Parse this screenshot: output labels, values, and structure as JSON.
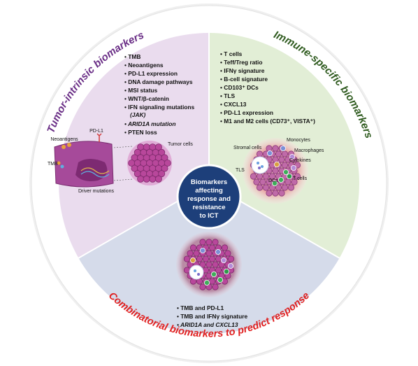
{
  "colors": {
    "outer_ring": "#ffffff",
    "ring_shadow": "#d9d9d9",
    "tumor_intrinsic_fill": "#eadcee",
    "immune_specific_fill": "#e2eed6",
    "combinatorial_fill": "#d5dbea",
    "tumor_intrinsic_title": "#6a2e86",
    "immune_specific_title": "#2f5b1f",
    "combinatorial_title": "#e02020",
    "center_circle": "#1d3f7a",
    "cell": "#b8479b"
  },
  "center": {
    "lines": [
      "Biomarkers",
      "affecting",
      "response and",
      "resistance",
      "to ICT"
    ]
  },
  "tumor_intrinsic": {
    "title": "Tumor-intrinsic biomarkers",
    "items": [
      "TMB",
      "Neoantigens",
      "PD-L1 expression",
      "DNA damage pathways",
      "MSI status",
      "WNT/β-catenin",
      "IFN signaling mutations",
      "(JAK)",
      "ARID1A mutation",
      "PTEN loss"
    ],
    "labels": {
      "neoantigens": "Neoantigens",
      "pdl1": "PD-L1",
      "tmb": "TMB",
      "driver": "Driver mutations",
      "tumor_cells": "Tumor cells"
    }
  },
  "immune_specific": {
    "title": "Immune-specific biomarkers",
    "items": [
      "T cells",
      "Teff/Treg ratio",
      "IFNγ signature",
      "B-cell signature",
      "CD103⁺ DCs",
      "TLS",
      "CXCL13",
      "PD-L1 expression",
      "M1 and M2 cells (CD73⁺, VISTA⁺)"
    ],
    "labels": {
      "monocytes": "Monocytes",
      "stromal": "Stromal cells",
      "macrophages": "Macrophages",
      "cytokines": "Cytokines",
      "tls": "TLS",
      "dcs": "DCs",
      "tcells": "T cells"
    }
  },
  "combinatorial": {
    "title": "Combinatorial biomarkers to predict response",
    "items": [
      "TMB and PD-L1",
      "TMB and IFNγ signature",
      "ARID1A and CXCL13"
    ]
  }
}
